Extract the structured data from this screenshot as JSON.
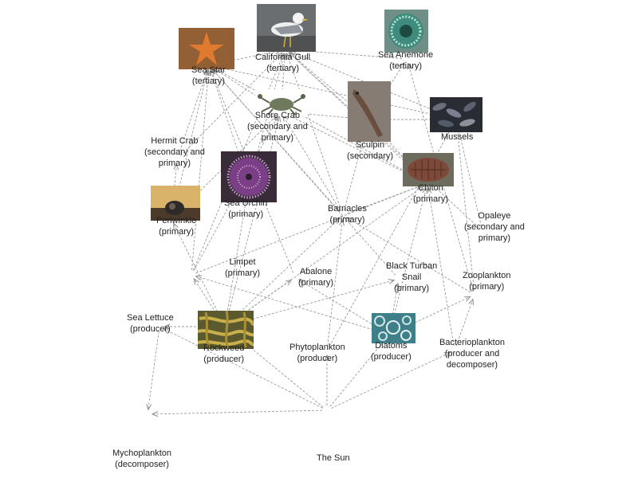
{
  "diagram": {
    "nodes": [
      {
        "id": "gull",
        "lines": [
          "California Gull",
          "(tertiary)"
        ]
      },
      {
        "id": "seastar",
        "lines": [
          "Sea Star",
          "(tertiary)"
        ]
      },
      {
        "id": "anemone",
        "lines": [
          "Sea Anemone",
          "(tertiary)"
        ]
      },
      {
        "id": "shorecrab",
        "lines": [
          "Shore Crab",
          "(secondary and",
          "primary)"
        ]
      },
      {
        "id": "sculpin",
        "lines": [
          "Sculpin",
          "(secondary)"
        ]
      },
      {
        "id": "mussels",
        "lines": [
          "Mussels"
        ]
      },
      {
        "id": "hermit",
        "lines": [
          "Hermit Crab",
          "(secondary and",
          "primary)"
        ]
      },
      {
        "id": "urchin",
        "lines": [
          "Sea Urchin",
          "(primary)"
        ]
      },
      {
        "id": "chiton",
        "lines": [
          "Chiton",
          "(primary)"
        ]
      },
      {
        "id": "periwinkle",
        "lines": [
          "Periwinkle",
          "(primary)"
        ]
      },
      {
        "id": "barnacles",
        "lines": [
          "Barnacles",
          "(primary)"
        ]
      },
      {
        "id": "opaleye",
        "lines": [
          "Opaleye",
          "(secondary and",
          "primary)"
        ]
      },
      {
        "id": "limpet",
        "lines": [
          "Limpet",
          "(primary)"
        ]
      },
      {
        "id": "abalone",
        "lines": [
          "Abalone",
          "(primary)"
        ]
      },
      {
        "id": "turban",
        "lines": [
          "Black Turban",
          "Snail",
          "(primary)"
        ]
      },
      {
        "id": "zooplankton",
        "lines": [
          "Zooplankton",
          "(primary)"
        ]
      },
      {
        "id": "lettuce",
        "lines": [
          "Sea Lettuce",
          "(producer)"
        ]
      },
      {
        "id": "rockweed",
        "lines": [
          "Rockweed",
          "(producer)"
        ]
      },
      {
        "id": "phyto",
        "lines": [
          "Phytoplankton",
          "(producer)"
        ]
      },
      {
        "id": "diatoms",
        "lines": [
          "Diatoms",
          "(producer)"
        ]
      },
      {
        "id": "bacterio",
        "lines": [
          "Bacterioplankton",
          "(producer and",
          "decomposer)"
        ]
      },
      {
        "id": "mycho",
        "lines": [
          "Mychoplankton",
          "(decomposer)"
        ]
      },
      {
        "id": "sun",
        "lines": [
          "The Sun"
        ]
      }
    ],
    "edges": [
      [
        "sun",
        "rockweed"
      ],
      [
        "sun",
        "lettuce"
      ],
      [
        "sun",
        "phyto"
      ],
      [
        "sun",
        "diatoms"
      ],
      [
        "sun",
        "bacterio"
      ],
      [
        "sun",
        "mycho"
      ],
      [
        "lettuce",
        "mycho"
      ],
      [
        "rockweed",
        "lettuce"
      ],
      [
        "rockweed",
        "limpet"
      ],
      [
        "rockweed",
        "abalone"
      ],
      [
        "rockweed",
        "urchin"
      ],
      [
        "rockweed",
        "chiton"
      ],
      [
        "rockweed",
        "barnacles"
      ],
      [
        "rockweed",
        "turban"
      ],
      [
        "rockweed",
        "shorecrab"
      ],
      [
        "rockweed",
        "periwinkle"
      ],
      [
        "phyto",
        "mussels"
      ],
      [
        "phyto",
        "barnacles"
      ],
      [
        "diatoms",
        "chiton"
      ],
      [
        "diatoms",
        "limpet"
      ],
      [
        "diatoms",
        "abalone"
      ],
      [
        "diatoms",
        "turban"
      ],
      [
        "diatoms",
        "zooplankton"
      ],
      [
        "zooplankton",
        "anemone"
      ],
      [
        "zooplankton",
        "mussels"
      ],
      [
        "zooplankton",
        "barnacles"
      ],
      [
        "bacterio",
        "zooplankton"
      ],
      [
        "bacterio",
        "chiton"
      ],
      [
        "limpet",
        "seastar"
      ],
      [
        "limpet",
        "gull"
      ],
      [
        "limpet",
        "chiton"
      ],
      [
        "limpet",
        "shorecrab"
      ],
      [
        "periwinkle",
        "seastar"
      ],
      [
        "periwinkle",
        "hermit"
      ],
      [
        "periwinkle",
        "shorecrab"
      ],
      [
        "barnacles",
        "seastar"
      ],
      [
        "barnacles",
        "gull"
      ],
      [
        "barnacles",
        "sculpin"
      ],
      [
        "barnacles",
        "shorecrab"
      ],
      [
        "barnacles",
        "chiton"
      ],
      [
        "mussels",
        "seastar"
      ],
      [
        "mussels",
        "gull"
      ],
      [
        "mussels",
        "sculpin"
      ],
      [
        "urchin",
        "seastar"
      ],
      [
        "urchin",
        "gull"
      ],
      [
        "chiton",
        "seastar"
      ],
      [
        "chiton",
        "gull"
      ],
      [
        "chiton",
        "sculpin"
      ],
      [
        "chiton",
        "shorecrab"
      ],
      [
        "shorecrab",
        "gull"
      ],
      [
        "shorecrab",
        "sculpin"
      ],
      [
        "shorecrab",
        "seastar"
      ],
      [
        "sculpin",
        "gull"
      ],
      [
        "sculpin",
        "anemone"
      ],
      [
        "seastar",
        "gull"
      ],
      [
        "anemone",
        "gull"
      ],
      [
        "hermit",
        "seastar"
      ],
      [
        "hermit",
        "gull"
      ],
      [
        "opaleye",
        "gull"
      ],
      [
        "opaleye",
        "mussels"
      ],
      [
        "turban",
        "seastar"
      ],
      [
        "abalone",
        "seastar"
      ]
    ]
  }
}
